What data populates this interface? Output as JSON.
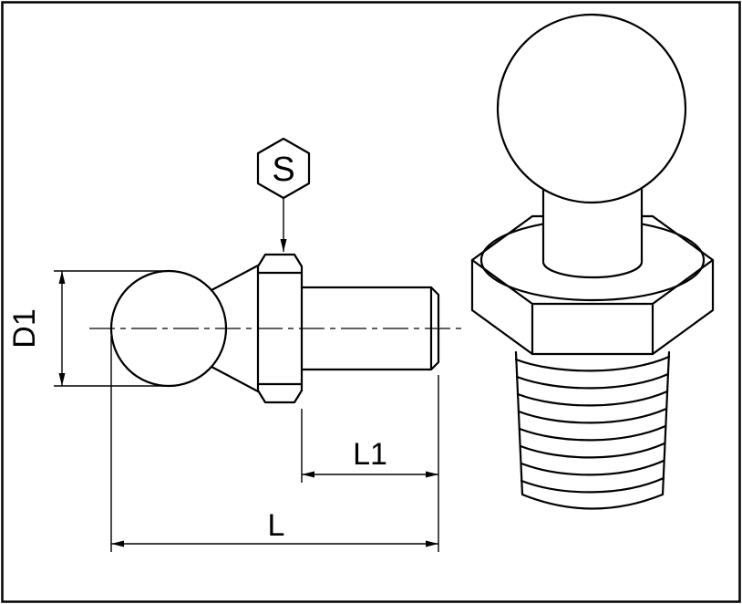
{
  "colors": {
    "background": "#ffffff",
    "line": "#000000"
  },
  "labels": {
    "thread_size_callout": "S",
    "ball_diameter": "D1",
    "thread_length": "L1",
    "overall_length": "L"
  }
}
